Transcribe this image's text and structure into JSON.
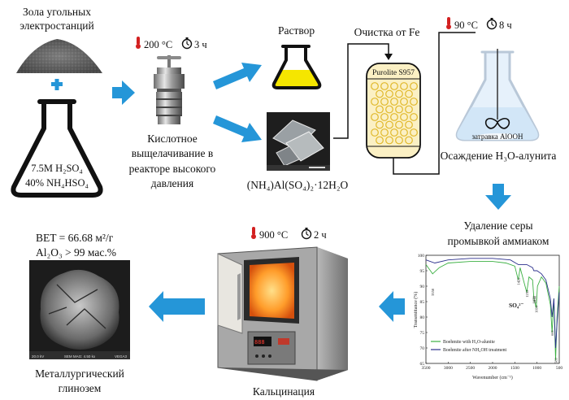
{
  "raw_material": {
    "name_line1": "Зола угольных",
    "name_line2": "электростанций"
  },
  "acid_flask": {
    "line1": "7.5M H₂SO₄",
    "line2": "40% NH₄HSO₄"
  },
  "leaching": {
    "temperature": "200 °C",
    "time": "3 ч",
    "caption_line1": "Кислотное",
    "caption_line2": "выщелачивание в",
    "caption_line3": "реакторе высокого",
    "caption_line4": "давления"
  },
  "solution_label": "Раствор",
  "crystals_label": "(NH₄)Al(SO₄)₂·12H₂O",
  "iron_purification": {
    "label": "Очистка от Fe",
    "column_label": "Purolite S957"
  },
  "precipitation": {
    "temperature": "90 °C",
    "time": "8 ч",
    "seed_label": "затравка AlOOH",
    "caption": "Осаждение H₃O-алунита"
  },
  "sulfur_removal": {
    "line1": "Удаление серы",
    "line2": "промывкой аммиаком"
  },
  "ir_spectrum": {
    "ylabel": "Transmittance (%)",
    "xlabel": "Wavenumber (cm⁻¹)",
    "sulfate_label": "SO₄²⁻",
    "legend": [
      "Boehmite with H₃O-alunite",
      "Boehmite after NH₄OH treatment"
    ],
    "colors": [
      "#3cb043",
      "#2b2f8c"
    ]
  },
  "calcination": {
    "temperature": "900 °C",
    "time": "2 ч",
    "caption": "Кальцинация"
  },
  "product": {
    "bet": "BET = 66.68 м²/г",
    "purity": "Al₂O₃ > 99 мас.%",
    "caption_line1": "Металлургический",
    "caption_line2": "глинозем"
  },
  "sem_bar": {
    "left": "20.0 kV",
    "mid": "SEM MAG: 4.50 kx",
    "right": "VEGA3"
  },
  "chart_data": {
    "type": "line",
    "title": "",
    "xlabel": "Wavenumber (cm⁻¹)",
    "ylabel": "Transmittance (%)",
    "xlim": [
      3500,
      500
    ],
    "ylim": [
      65,
      100
    ],
    "x_ticks": [
      3500,
      3000,
      2500,
      2000,
      1500,
      1000,
      500
    ],
    "y_ticks": [
      65,
      70,
      75,
      80,
      85,
      90,
      95,
      100
    ],
    "peak_labels": [
      "3350",
      "1422",
      "1232",
      "1070",
      "1018",
      "1056",
      "661",
      "583"
    ],
    "series": [
      {
        "name": "Boehmite with H₃O-alunite",
        "color": "#3cb043",
        "points": [
          [
            3500,
            97
          ],
          [
            3400,
            95
          ],
          [
            3350,
            94
          ],
          [
            3200,
            96
          ],
          [
            3000,
            97.5
          ],
          [
            2500,
            98
          ],
          [
            2000,
            98
          ],
          [
            1700,
            97.5
          ],
          [
            1500,
            96.5
          ],
          [
            1422,
            92
          ],
          [
            1380,
            96
          ],
          [
            1232,
            88
          ],
          [
            1180,
            93
          ],
          [
            1100,
            92
          ],
          [
            1070,
            86
          ],
          [
            1018,
            83
          ],
          [
            990,
            90
          ],
          [
            900,
            93
          ],
          [
            800,
            91
          ],
          [
            700,
            84
          ],
          [
            661,
            75
          ],
          [
            620,
            86
          ],
          [
            583,
            66
          ],
          [
            550,
            80
          ],
          [
            500,
            90
          ]
        ]
      },
      {
        "name": "Boehmite after NH₄OH treatment",
        "color": "#2b2f8c",
        "points": [
          [
            3500,
            98.5
          ],
          [
            3300,
            97.5
          ],
          [
            3000,
            98.5
          ],
          [
            2500,
            99
          ],
          [
            2000,
            99
          ],
          [
            1600,
            98.5
          ],
          [
            1422,
            97
          ],
          [
            1232,
            97
          ],
          [
            1100,
            96
          ],
          [
            1070,
            95
          ],
          [
            1000,
            95
          ],
          [
            900,
            94
          ],
          [
            800,
            92
          ],
          [
            700,
            86
          ],
          [
            661,
            80
          ],
          [
            620,
            86
          ],
          [
            583,
            70
          ],
          [
            550,
            78
          ],
          [
            500,
            88
          ]
        ]
      }
    ]
  }
}
